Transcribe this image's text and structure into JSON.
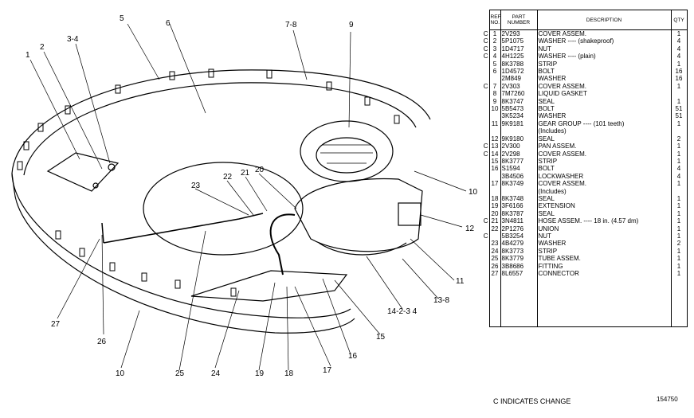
{
  "callouts": [
    "1",
    "2",
    "3-4",
    "5",
    "6",
    "7-8",
    "9",
    "10",
    "10",
    "11",
    "12",
    "13-8",
    "14-2-3 4",
    "15",
    "16",
    "17",
    "18",
    "19",
    "20",
    "21",
    "22",
    "23",
    "24",
    "25",
    "26",
    "27"
  ],
  "table": {
    "headers": {
      "ref": "REF. NO.",
      "part": "PART NUMBER",
      "desc": "DESCRIPTION",
      "qty": "QTY"
    },
    "rows": [
      {
        "c": "C",
        "ref": "1",
        "part": "2V293",
        "desc": "COVER ASSEM.",
        "qty": "1"
      },
      {
        "c": "C",
        "ref": "2",
        "part": "5P1075",
        "desc": "WASHER ---- (shakeproof)",
        "qty": "4"
      },
      {
        "c": "C",
        "ref": "3",
        "part": "1D4717",
        "desc": "NUT",
        "qty": "4"
      },
      {
        "c": "C",
        "ref": "4",
        "part": "4H1225",
        "desc": "WASHER ---- (plain)",
        "qty": "4"
      },
      {
        "c": "",
        "ref": "5",
        "part": "8K3788",
        "desc": "STRIP",
        "qty": "1"
      },
      {
        "c": "",
        "ref": "6",
        "part": "1D4572",
        "desc": "BOLT",
        "qty": "16"
      },
      {
        "c": "",
        "ref": "",
        "part": "2M849",
        "desc": "WASHER",
        "qty": "16"
      },
      {
        "c": "C",
        "ref": "7",
        "part": "2V303",
        "desc": "COVER ASSEM.",
        "qty": "1"
      },
      {
        "c": "",
        "ref": "8",
        "part": "7M7260",
        "desc": "LIQUID GASKET",
        "qty": ""
      },
      {
        "c": "",
        "ref": "9",
        "part": "8K3747",
        "desc": "SEAL",
        "qty": "1"
      },
      {
        "c": "",
        "ref": "10",
        "part": "5B5473",
        "desc": "BOLT",
        "qty": "51"
      },
      {
        "c": "",
        "ref": "",
        "part": "3K5234",
        "desc": "WASHER",
        "qty": "51"
      },
      {
        "c": "",
        "ref": "11",
        "part": "9K9181",
        "desc": "GEAR GROUP ---- (101 teeth)",
        "qty": "1"
      },
      {
        "c": "",
        "ref": "",
        "part": "",
        "desc": "(Includes)",
        "qty": ""
      },
      {
        "c": "",
        "ref": "12",
        "part": "9K9180",
        "desc": "SEAL",
        "qty": "2"
      },
      {
        "c": "C",
        "ref": "13",
        "part": "2V300",
        "desc": "PAN ASSEM.",
        "qty": "1"
      },
      {
        "c": "C",
        "ref": "14",
        "part": "2V298",
        "desc": "COVER ASSEM.",
        "qty": "1"
      },
      {
        "c": "",
        "ref": "15",
        "part": "8K3777",
        "desc": "STRIP",
        "qty": "1"
      },
      {
        "c": "",
        "ref": "16",
        "part": "S1594",
        "desc": "BOLT",
        "qty": "4"
      },
      {
        "c": "",
        "ref": "",
        "part": "3B4506",
        "desc": "LOCKWASHER",
        "qty": "4"
      },
      {
        "c": "",
        "ref": "17",
        "part": "8K3749",
        "desc": "COVER ASSEM.",
        "qty": "1"
      },
      {
        "c": "",
        "ref": "",
        "part": "",
        "desc": "(Includes)",
        "qty": ""
      },
      {
        "c": "",
        "ref": "18",
        "part": "8K3748",
        "desc": "SEAL",
        "qty": "1"
      },
      {
        "c": "",
        "ref": "19",
        "part": "3F6166",
        "desc": "EXTENSION",
        "qty": "1"
      },
      {
        "c": "",
        "ref": "20",
        "part": "8K3787",
        "desc": "SEAL",
        "qty": "1"
      },
      {
        "c": "C",
        "ref": "21",
        "part": "3N4811",
        "desc": "HOSE ASSEM. ---- 18 in. (4.57 dm)",
        "qty": "1"
      },
      {
        "c": "",
        "ref": "22",
        "part": "2P1276",
        "desc": "UNION",
        "qty": "1"
      },
      {
        "c": "C",
        "ref": "",
        "part": "5B3254",
        "desc": "NUT",
        "qty": "1"
      },
      {
        "c": "",
        "ref": "23",
        "part": "4B4279",
        "desc": "WASHER",
        "qty": "2"
      },
      {
        "c": "",
        "ref": "24",
        "part": "8K3773",
        "desc": "STRIP",
        "qty": "1"
      },
      {
        "c": "",
        "ref": "25",
        "part": "8K3779",
        "desc": "TUBE ASSEM.",
        "qty": "1"
      },
      {
        "c": "",
        "ref": "26",
        "part": "3B8686",
        "desc": "FITTING",
        "qty": "1"
      },
      {
        "c": "",
        "ref": "27",
        "part": "8L6557",
        "desc": "CONNECTOR",
        "qty": "1"
      }
    ]
  },
  "footer": {
    "note": "C INDICATES CHANGE",
    "code": "154750"
  }
}
